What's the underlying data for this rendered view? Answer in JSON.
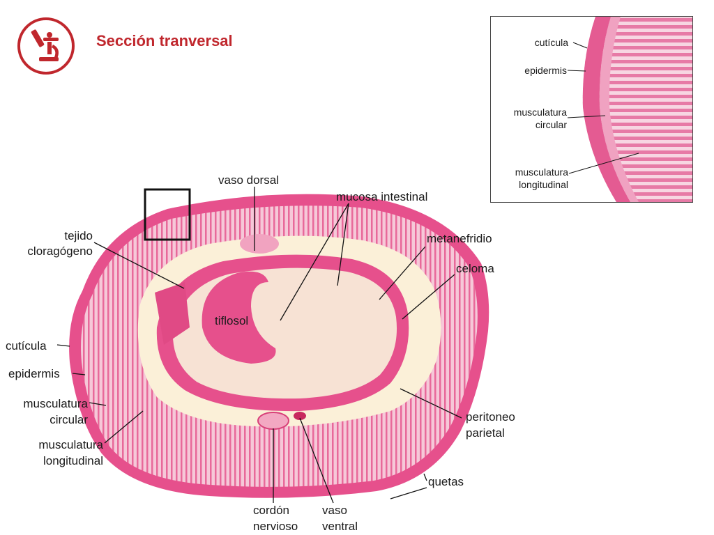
{
  "header": {
    "title": "Sección tranversal",
    "logo_icon": "microscope-icon",
    "accent_color": "#c0272d"
  },
  "labels": {
    "vaso_dorsal": "vaso dorsal",
    "mucosa_intestinal": "mucosa intestinal",
    "tejido_1": "tejido",
    "tejido_2": "cloragógeno",
    "metanefridio": "metanefridio",
    "celoma": "celoma",
    "tiflosol": "tiflosol",
    "cuticula": "cutícula",
    "epidermis": "epidermis",
    "musc_circular_1": "musculatura",
    "musc_circular_2": "circular",
    "musc_long_1": "musculatura",
    "musc_long_2": "longitudinal",
    "peritoneo_1": "peritoneo",
    "peritoneo_2": "parietal",
    "quetas": "quetas",
    "cordon_1": "cordón",
    "cordon_2": "nervioso",
    "vaso_ventral_1": "vaso",
    "vaso_ventral_2": "ventral"
  },
  "inset": {
    "cuticula": "cutícula",
    "epidermis": "epidermis",
    "musc_circular_1": "musculatura",
    "musc_circular_2": "circular",
    "musc_long_1": "musculatura",
    "musc_long_2": "longitudinal"
  },
  "colors": {
    "tissue_pink": "#e6508c",
    "tissue_light": "#f4b9cf",
    "coelom": "#fbf0d8",
    "lumen": "#f7e2d4"
  }
}
